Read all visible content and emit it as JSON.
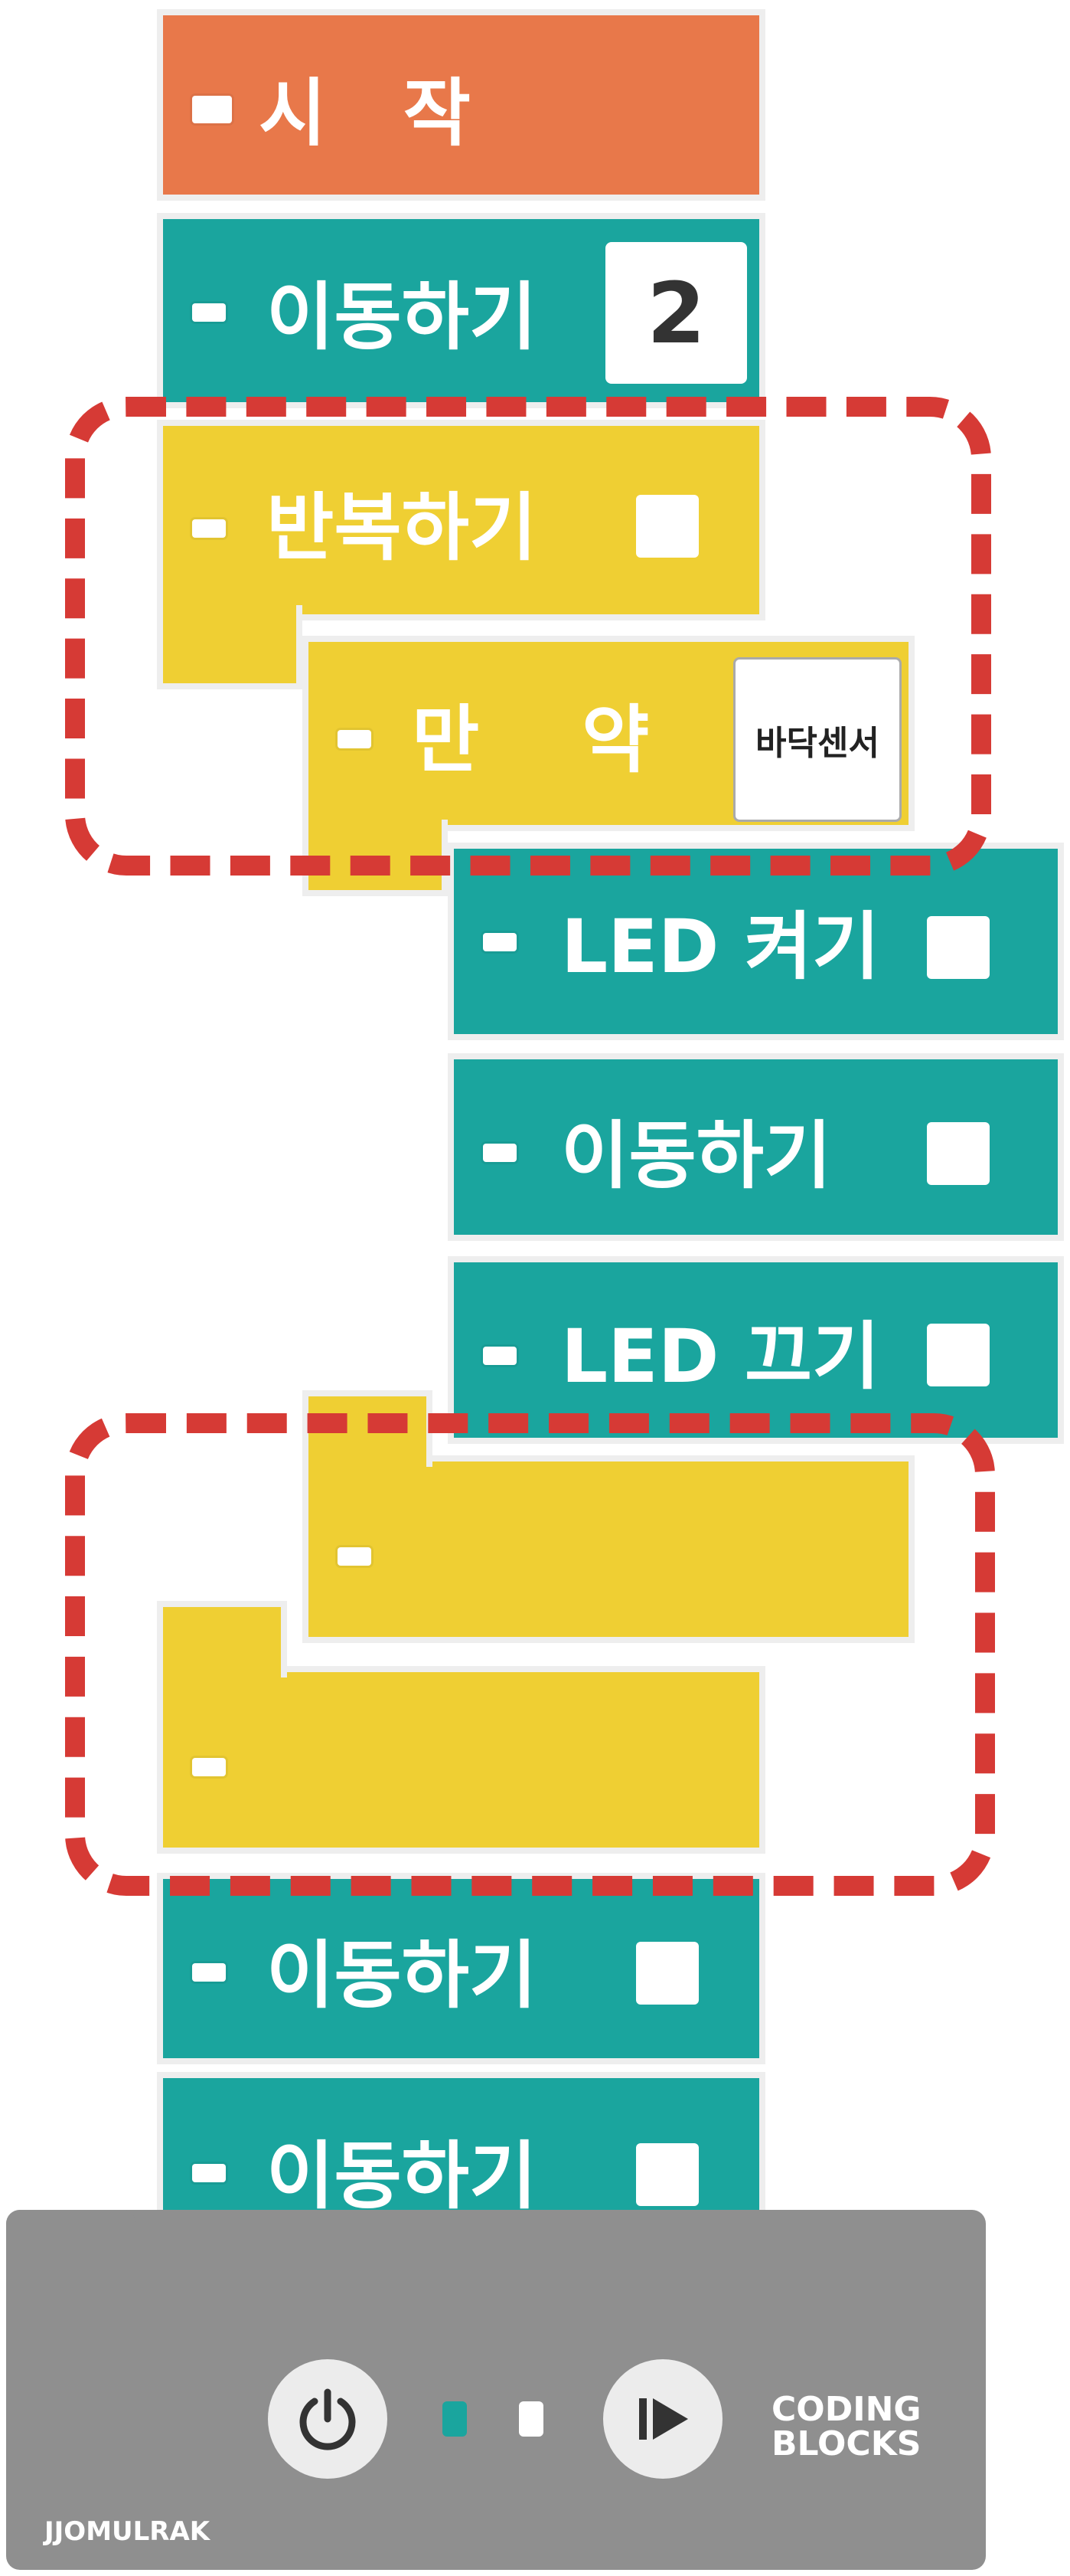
{
  "blocks": {
    "start": {
      "label": "시   작"
    },
    "move1": {
      "label": "이동하기",
      "value": "2"
    },
    "repeat": {
      "label": "반복하기"
    },
    "if": {
      "label": "만    약",
      "sensor": "바닥센서"
    },
    "led_on": {
      "label": "LED 켜기"
    },
    "move2": {
      "label": "이동하기"
    },
    "led_off": {
      "label": "LED 끄기"
    },
    "move3": {
      "label": "이동하기"
    },
    "move4": {
      "label": "이동하기"
    }
  },
  "panel": {
    "brand_line1": "CODING",
    "brand_line2": "BLOCKS",
    "maker": "JJOMULRAK",
    "led_colors": [
      "#1aa59e",
      "#ffffff"
    ]
  },
  "colors": {
    "teal": "#1aa59e",
    "yellow": "#efcf33",
    "orange": "#e8784a",
    "dashed_outline": "#d63a35",
    "panel_gray": "#8f8f8f"
  }
}
